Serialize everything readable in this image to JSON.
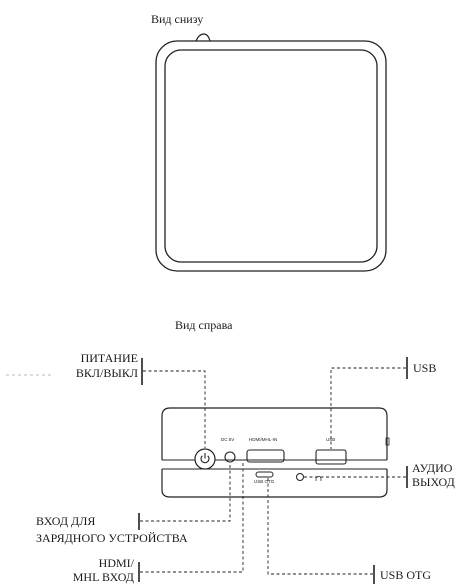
{
  "bottom_view": {
    "title": "Вид снизу"
  },
  "right_view": {
    "title": "Вид справа",
    "port_labels": {
      "dc": "DC 5V",
      "hdmi": "HDMI/MHL-IN",
      "usb": "USB",
      "usb_otg": "USB OTG"
    }
  },
  "callouts": {
    "power": [
      "ПИТАНИЕ",
      "ВКЛ/ВЫКЛ"
    ],
    "usb": "USB",
    "audio": [
      "АУДИО",
      "ВЫХОД"
    ],
    "charger": [
      "ВХОД ДЛЯ",
      "ЗАРЯДНОГО УСТРОЙСТВА"
    ],
    "hdmi": [
      "HDMI/",
      "MHL ВХОД"
    ],
    "usb_otg": "USB OTG"
  },
  "colors": {
    "line": "#222222",
    "text": "#1a1a1a",
    "background": "#ffffff"
  }
}
